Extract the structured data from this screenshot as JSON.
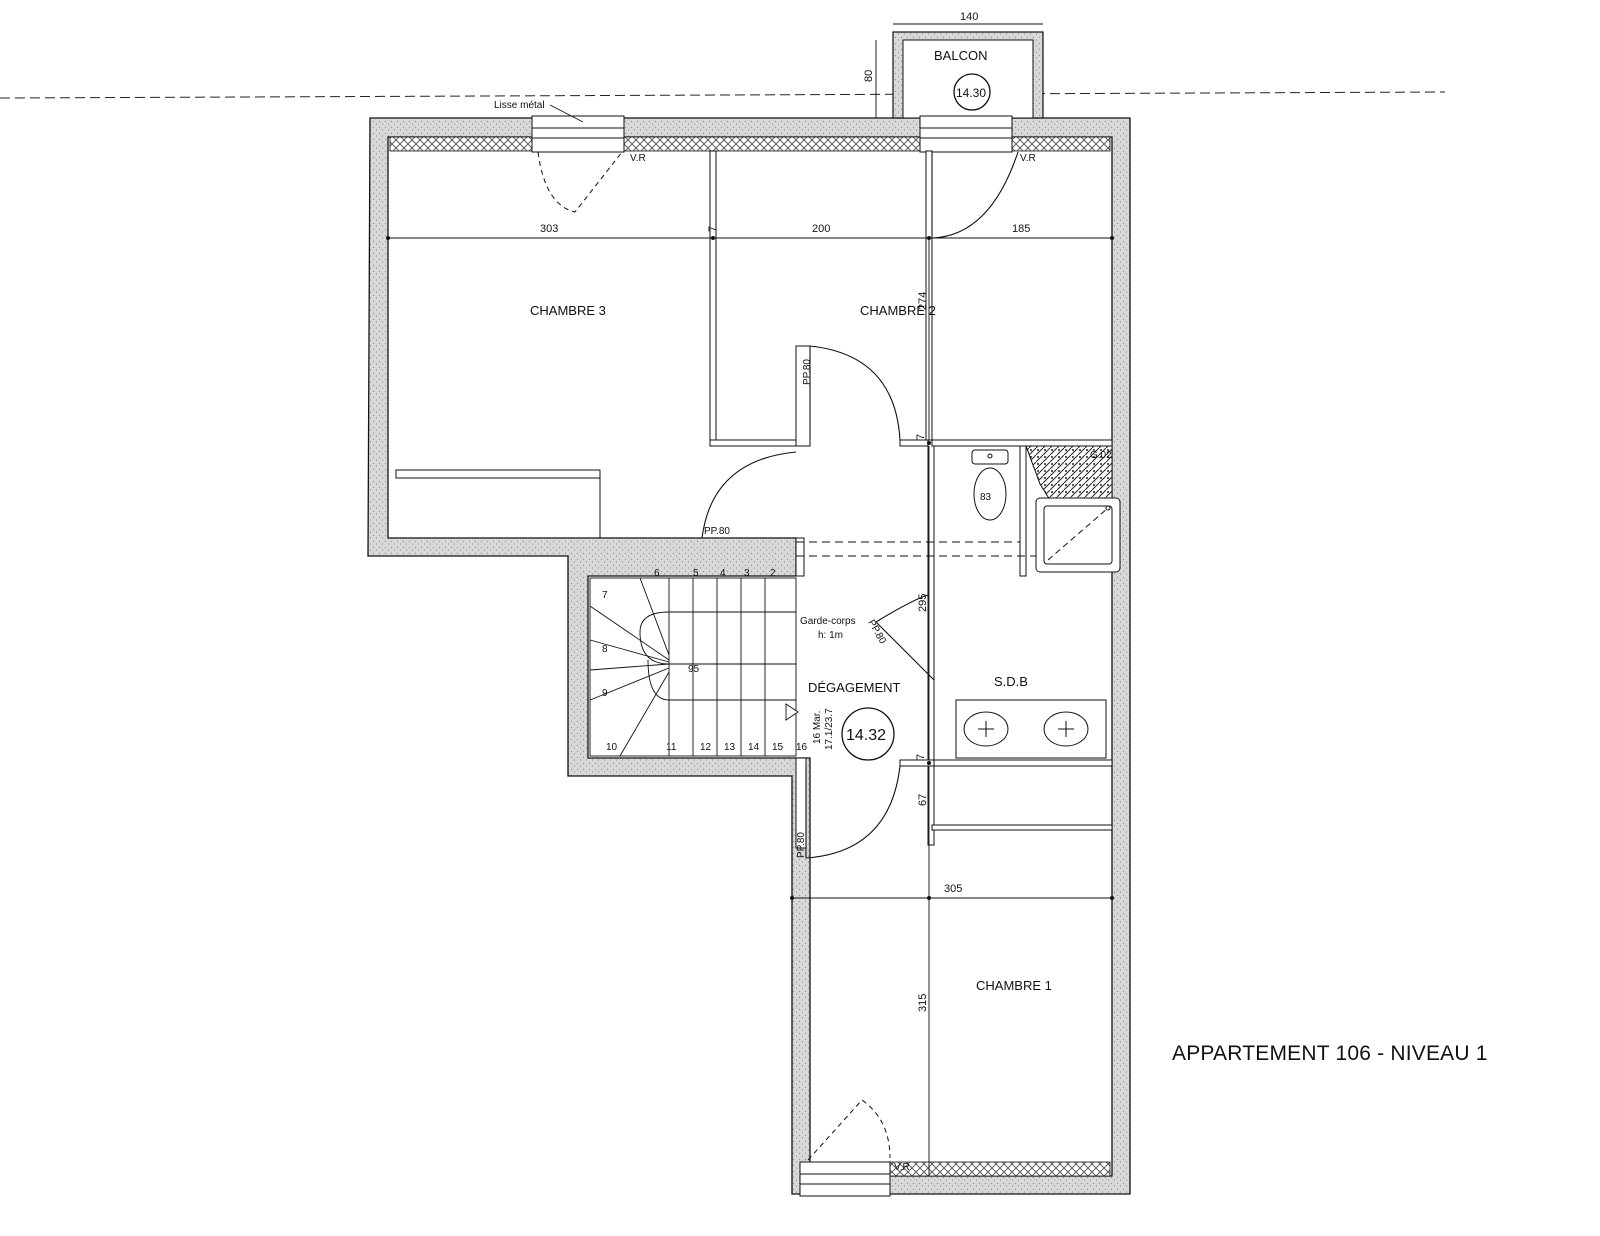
{
  "title": "APPARTEMENT 106 - NIVEAU 1",
  "rooms": {
    "chambre3": "CHAMBRE 3",
    "chambre2": "CHAMBRE 2",
    "chambre1": "CHAMBRE 1",
    "degagement": "DÉGAGEMENT",
    "sdb": "S.D.B",
    "balcon": "BALCON"
  },
  "area_labels": {
    "balcon": "14.30",
    "degagement": "14.32"
  },
  "annotations": {
    "lisse_metal": "Lisse métal",
    "vr_a": "V.R",
    "vr_b": "V.R",
    "vr_c": "V.R",
    "pp80_a": "PP.80",
    "pp80_b": "PP.80",
    "pp80_c": "PP.80",
    "pp80_d": "PP.80",
    "garde_corps": "Garde-corps",
    "garde_corps_h": "h: 1m",
    "stair_marches": "16 Mar.",
    "stair_ratio": "17.1/23.7",
    "stair_width": "95",
    "wc": "83",
    "g02": "G.02"
  },
  "dimensions": {
    "balcon_width": "140",
    "balcon_depth": "80",
    "chambre3_width": "303",
    "chambre2_width": "200",
    "right_width": "185",
    "chambre2_depth": "274",
    "wall_a": "7",
    "wall_b": "7",
    "wall_c": "7",
    "degagement_depth": "295",
    "closet_depth": "67",
    "chambre1_width": "305",
    "chambre1_depth": "315"
  },
  "stair_steps": [
    "2",
    "3",
    "4",
    "5",
    "6",
    "7",
    "8",
    "9",
    "10",
    "11",
    "12",
    "13",
    "14",
    "15",
    "16"
  ]
}
